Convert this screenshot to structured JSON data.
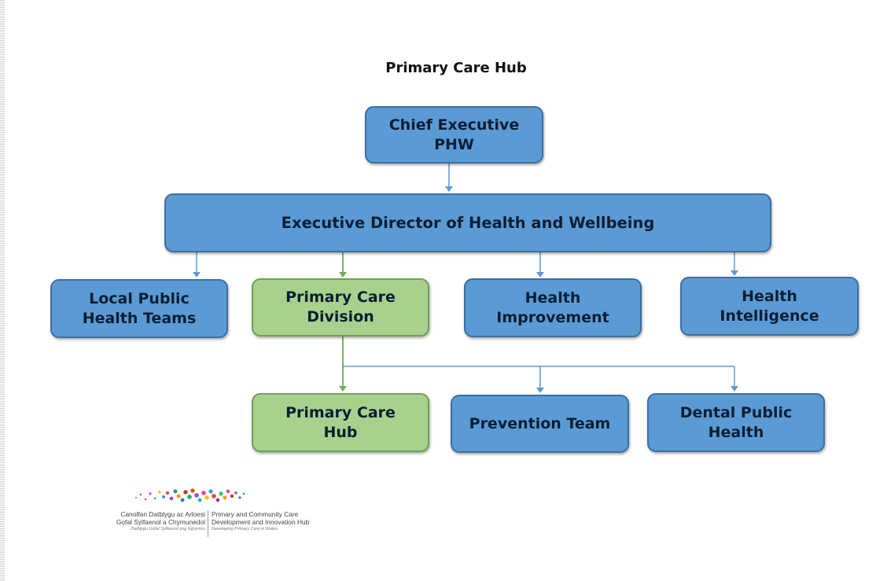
{
  "title": "Primary Care Hub",
  "nodes": {
    "chief": "Chief Executive\nPHW",
    "director": "Executive Director of Health and Wellbeing",
    "local": "Local Public\nHealth Teams",
    "primary_division": "Primary Care\nDivision",
    "improvement": "Health\nImprovement",
    "intelligence": "Health\nIntelligence",
    "primary_hub": "Primary Care\nHub",
    "prevention": "Prevention Team",
    "dental": "Dental Public\nHealth"
  },
  "logo": {
    "welsh_line1": "Canolfan Datblygu ac Arloesi",
    "welsh_line2": "Gofal Sylfaenol a Chymunedol",
    "welsh_tagline": "Datblygu Gofal Sylfaenol yng Nghymru",
    "english_line1": "Primary and Community Care",
    "english_line2": "Development and Innovation Hub",
    "english_tagline": "Developing Primary Care in Wales"
  },
  "colors": {
    "blue_box": "#5b9bd5",
    "green_box": "#a9d18e",
    "blue_connector": "#5b9bd5",
    "green_connector": "#70ad47"
  }
}
